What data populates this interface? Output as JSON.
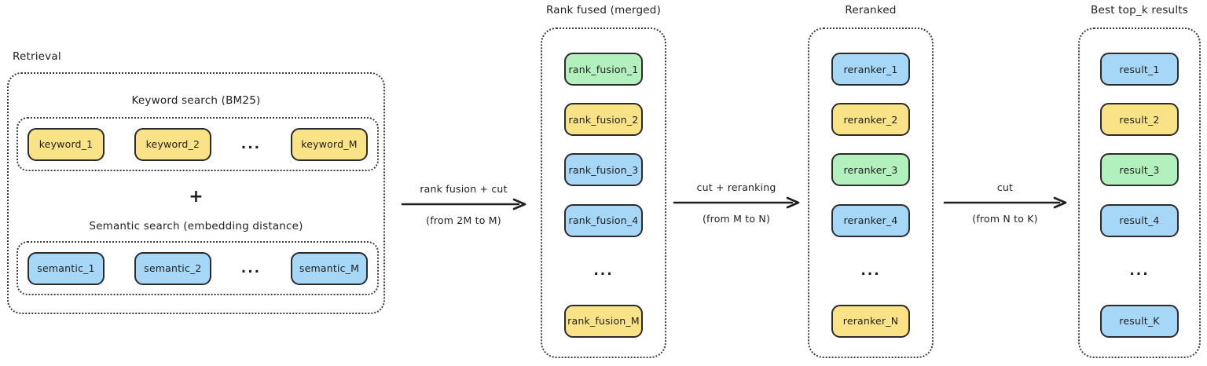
{
  "palette": {
    "yellow": "#f9e386",
    "blue": "#a7d7f6",
    "green": "#b2f0bd",
    "ink": "#1e1e1e"
  },
  "ellipsis": "...",
  "retrieval": {
    "label": "Retrieval",
    "keyword_group": {
      "title": "Keyword search (BM25)",
      "items": [
        {
          "label": "keyword_1",
          "color": "yellow"
        },
        {
          "label": "keyword_2",
          "color": "yellow"
        },
        {
          "label": "keyword_M",
          "color": "yellow"
        }
      ]
    },
    "plus": "+",
    "semantic_group": {
      "title": "Semantic search (embedding distance)",
      "items": [
        {
          "label": "semantic_1",
          "color": "blue"
        },
        {
          "label": "semantic_2",
          "color": "blue"
        },
        {
          "label": "semantic_M",
          "color": "blue"
        }
      ]
    }
  },
  "arrows": [
    {
      "top_label": "rank fusion + cut",
      "bottom_label": "(from 2M to M)"
    },
    {
      "top_label": "cut + reranking",
      "bottom_label": "(from M to N)"
    },
    {
      "top_label": "cut",
      "bottom_label": "(from N to K)"
    }
  ],
  "columns": [
    {
      "title": "Rank fused (merged)",
      "items": [
        {
          "label": "rank_fusion_1",
          "color": "green"
        },
        {
          "label": "rank_fusion_2",
          "color": "yellow"
        },
        {
          "label": "rank_fusion_3",
          "color": "blue"
        },
        {
          "label": "rank_fusion_4",
          "color": "blue"
        },
        {
          "label": "rank_fusion_M",
          "color": "yellow"
        }
      ]
    },
    {
      "title": "Reranked",
      "items": [
        {
          "label": "reranker_1",
          "color": "blue"
        },
        {
          "label": "reranker_2",
          "color": "yellow"
        },
        {
          "label": "reranker_3",
          "color": "green"
        },
        {
          "label": "reranker_4",
          "color": "blue"
        },
        {
          "label": "reranker_N",
          "color": "yellow"
        }
      ]
    },
    {
      "title": "Best top_k results",
      "items": [
        {
          "label": "result_1",
          "color": "blue"
        },
        {
          "label": "result_2",
          "color": "yellow"
        },
        {
          "label": "result_3",
          "color": "green"
        },
        {
          "label": "result_4",
          "color": "blue"
        },
        {
          "label": "result_K",
          "color": "blue"
        }
      ]
    }
  ]
}
